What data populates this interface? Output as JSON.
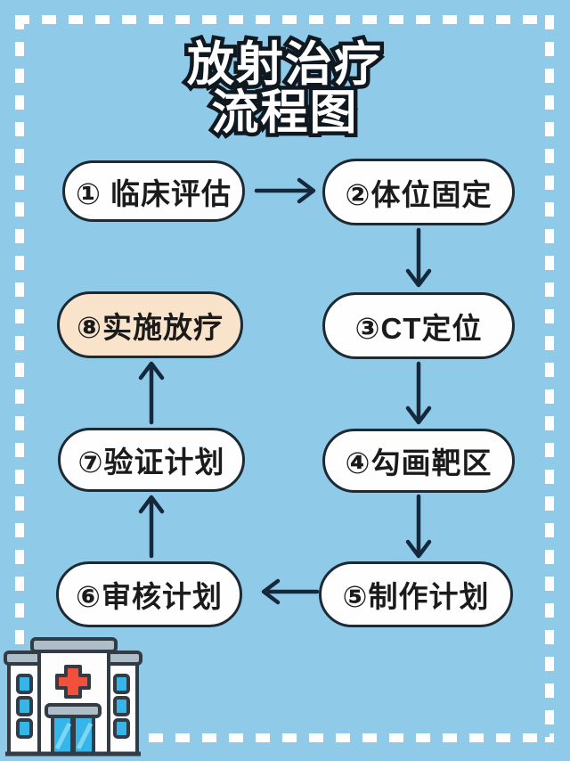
{
  "title": {
    "line1": "放射治疗",
    "line2": "流程图"
  },
  "flow": {
    "nodes": [
      {
        "id": 1,
        "label": "① 临床评估",
        "highlighted": false
      },
      {
        "id": 2,
        "label": "②体位固定",
        "highlighted": false
      },
      {
        "id": 3,
        "label": "③CT定位",
        "highlighted": false
      },
      {
        "id": 4,
        "label": "④勾画靶区",
        "highlighted": false
      },
      {
        "id": 5,
        "label": "⑤制作计划",
        "highlighted": false
      },
      {
        "id": 6,
        "label": "⑥审核计划",
        "highlighted": false
      },
      {
        "id": 7,
        "label": "⑦验证计划",
        "highlighted": false
      },
      {
        "id": 8,
        "label": "⑧实施放疗",
        "highlighted": true
      }
    ],
    "edges": [
      {
        "from": 1,
        "to": 2,
        "direction": "right"
      },
      {
        "from": 2,
        "to": 3,
        "direction": "down"
      },
      {
        "from": 3,
        "to": 4,
        "direction": "down"
      },
      {
        "from": 4,
        "to": 5,
        "direction": "down"
      },
      {
        "from": 5,
        "to": 6,
        "direction": "left"
      },
      {
        "from": 6,
        "to": 7,
        "direction": "up"
      },
      {
        "from": 7,
        "to": 8,
        "direction": "up"
      }
    ]
  },
  "icons": {
    "bottom_left": "hospital-building-icon"
  },
  "colors": {
    "background": "#8FCBE9",
    "border_dash": "#FFFFFF",
    "node_fill": "#FEFEFE",
    "node_fill_highlight": "#FAE3CB",
    "node_border": "#1E2A33",
    "node_text": "#1B1B1B",
    "arrow": "#16293C",
    "title_fill": "#FFFFFF",
    "title_outline": "#101820",
    "hospital_cross": "#F0503C",
    "hospital_window": "#35B5E8",
    "hospital_roof": "#AEBEC9",
    "hospital_outline": "#333B44"
  }
}
